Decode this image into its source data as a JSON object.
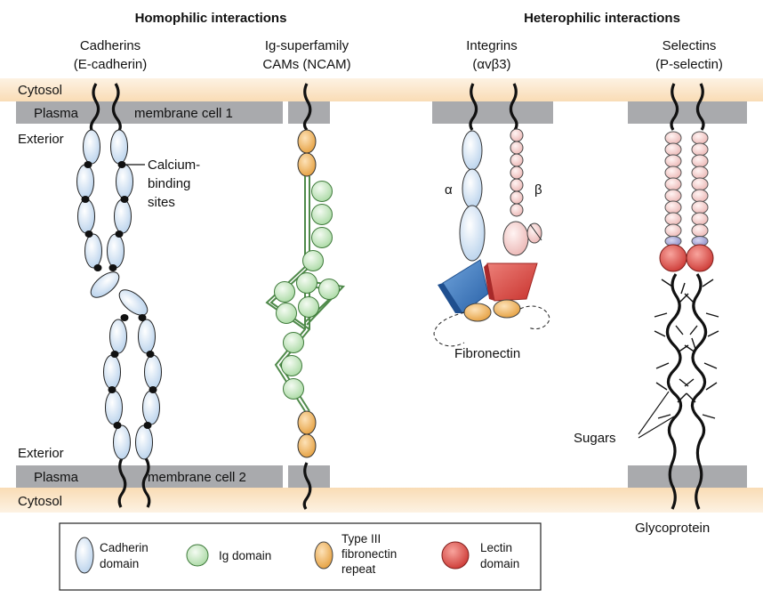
{
  "headers": {
    "homophilic": "Homophilic interactions",
    "heterophilic": "Heterophilic interactions"
  },
  "molecules": {
    "cadherins": {
      "line1": "Cadherins",
      "line2": "(E-cadherin)"
    },
    "ig": {
      "line1": "Ig-superfamily",
      "line2": "CAMs (NCAM)"
    },
    "integrins": {
      "line1": "Integrins",
      "line2": "(αvβ3)"
    },
    "selectins": {
      "line1": "Selectins",
      "line2": "(P-selectin)"
    }
  },
  "labels": {
    "cytosol_top": "Cytosol",
    "exterior_top": "Exterior",
    "exterior_bottom": "Exterior",
    "cytosol_bottom": "Cytosol",
    "membrane1_a": "Plasma",
    "membrane1_b": "membrane cell 1",
    "membrane2_a": "Plasma",
    "membrane2_b": "membrane cell 2",
    "calcium_1": "Calcium-",
    "calcium_2": "binding",
    "calcium_3": "sites",
    "alpha": "α",
    "beta": "β",
    "fibronectin": "Fibronectin",
    "sugars": "Sugars",
    "glycoprotein": "Glycoprotein"
  },
  "legend": {
    "cadherin_1": "Cadherin",
    "cadherin_2": "domain",
    "ig": "Ig domain",
    "type3_1": "Type III",
    "type3_2": "fibronectin",
    "type3_3": "repeat",
    "lectin_1": "Lectin",
    "lectin_2": "domain"
  },
  "colors": {
    "cytosol_band": "#fbe2c2",
    "membrane": "#a9aaad",
    "cadherin": "#cfe0f1",
    "ig": "#cfeacb",
    "fibronectin_repeat": "#eaa54a",
    "integrin_alpha": "#cfe0f1",
    "integrin_beta": "#f3c8c6",
    "integrin_alpha_head": "#3a78c0",
    "integrin_beta_head": "#d8433f",
    "lectin": "#d8433f",
    "selectin_repeat": "#f6d3d3"
  }
}
